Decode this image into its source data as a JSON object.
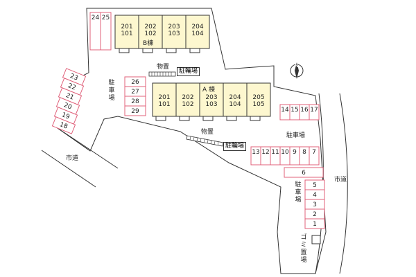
{
  "roads": {
    "west": "市道",
    "east": "市道"
  },
  "building_b": {
    "label": "B棟",
    "units": [
      {
        "upper": "201",
        "lower": "101"
      },
      {
        "upper": "202",
        "lower": "102"
      },
      {
        "upper": "203",
        "lower": "103"
      },
      {
        "upper": "204",
        "lower": "104"
      }
    ]
  },
  "building_a": {
    "label": "A 棟",
    "units": [
      {
        "upper": "201",
        "lower": "101"
      },
      {
        "upper": "202",
        "lower": "102"
      },
      {
        "upper": "203",
        "lower": "103"
      },
      {
        "upper": "204",
        "lower": "104"
      },
      {
        "upper": "205",
        "lower": "105"
      }
    ]
  },
  "parking_labels": {
    "left": "駐車場",
    "right": "駐車場",
    "bottom_right": "駐車場"
  },
  "parking": {
    "top": [
      "24",
      "25"
    ],
    "left": [
      "23",
      "22",
      "21",
      "20",
      "19",
      "18"
    ],
    "center": [
      "26",
      "27",
      "28",
      "29"
    ],
    "right_top": [
      "14",
      "15",
      "16",
      "17"
    ],
    "right_row": [
      "13",
      "12",
      "11",
      "10",
      "9",
      "8",
      "7"
    ],
    "right_single": "6",
    "right_col": [
      "5",
      "4",
      "3",
      "2",
      "1"
    ]
  },
  "facilities": {
    "storage_1": "物置",
    "bike_1": "駐輪場",
    "storage_2": "物置",
    "bike_2": "駐輪場",
    "garbage": "ゴミ置場"
  },
  "north_symbol": "N",
  "colors": {
    "parking_line": "#e0607a",
    "building_fill": "#fdf7cf",
    "outline": "#333333"
  }
}
